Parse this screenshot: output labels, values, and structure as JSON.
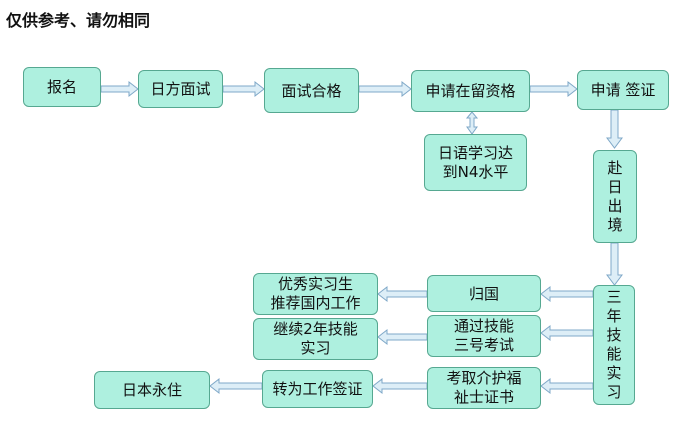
{
  "title": "仅供参考、请勿相同",
  "colors": {
    "node_fill": "#aef0df",
    "node_border": "#56a891",
    "arrow_fill": "#ddeef7",
    "arrow_stroke": "#7fa8c8"
  },
  "nodes": {
    "baoming": "报名",
    "mianshi": "日方面试",
    "hege": "面试合格",
    "zailiu": "申请在留资格",
    "qianzheng": "申请 签证",
    "n4": {
      "line1": "日语学习达",
      "line2": "到N4水平"
    },
    "furi": [
      "赴",
      "日",
      "出",
      "境"
    ],
    "jineng": [
      "三",
      "年",
      "技",
      "能",
      "实",
      "习"
    ],
    "guiguo": "归国",
    "youxiu": {
      "line1": "优秀实习生",
      "line2": "推荐国内工作"
    },
    "kaoshi": {
      "line1": "通过技能",
      "line2": "三号考试"
    },
    "jixu": {
      "line1": "继续2年技能",
      "line2": "实习"
    },
    "fuzhi": {
      "line1": "考取介护福",
      "line2": "祉士证书"
    },
    "zhuanwei": "转为工作签证",
    "yongzhu": "日本永住"
  }
}
